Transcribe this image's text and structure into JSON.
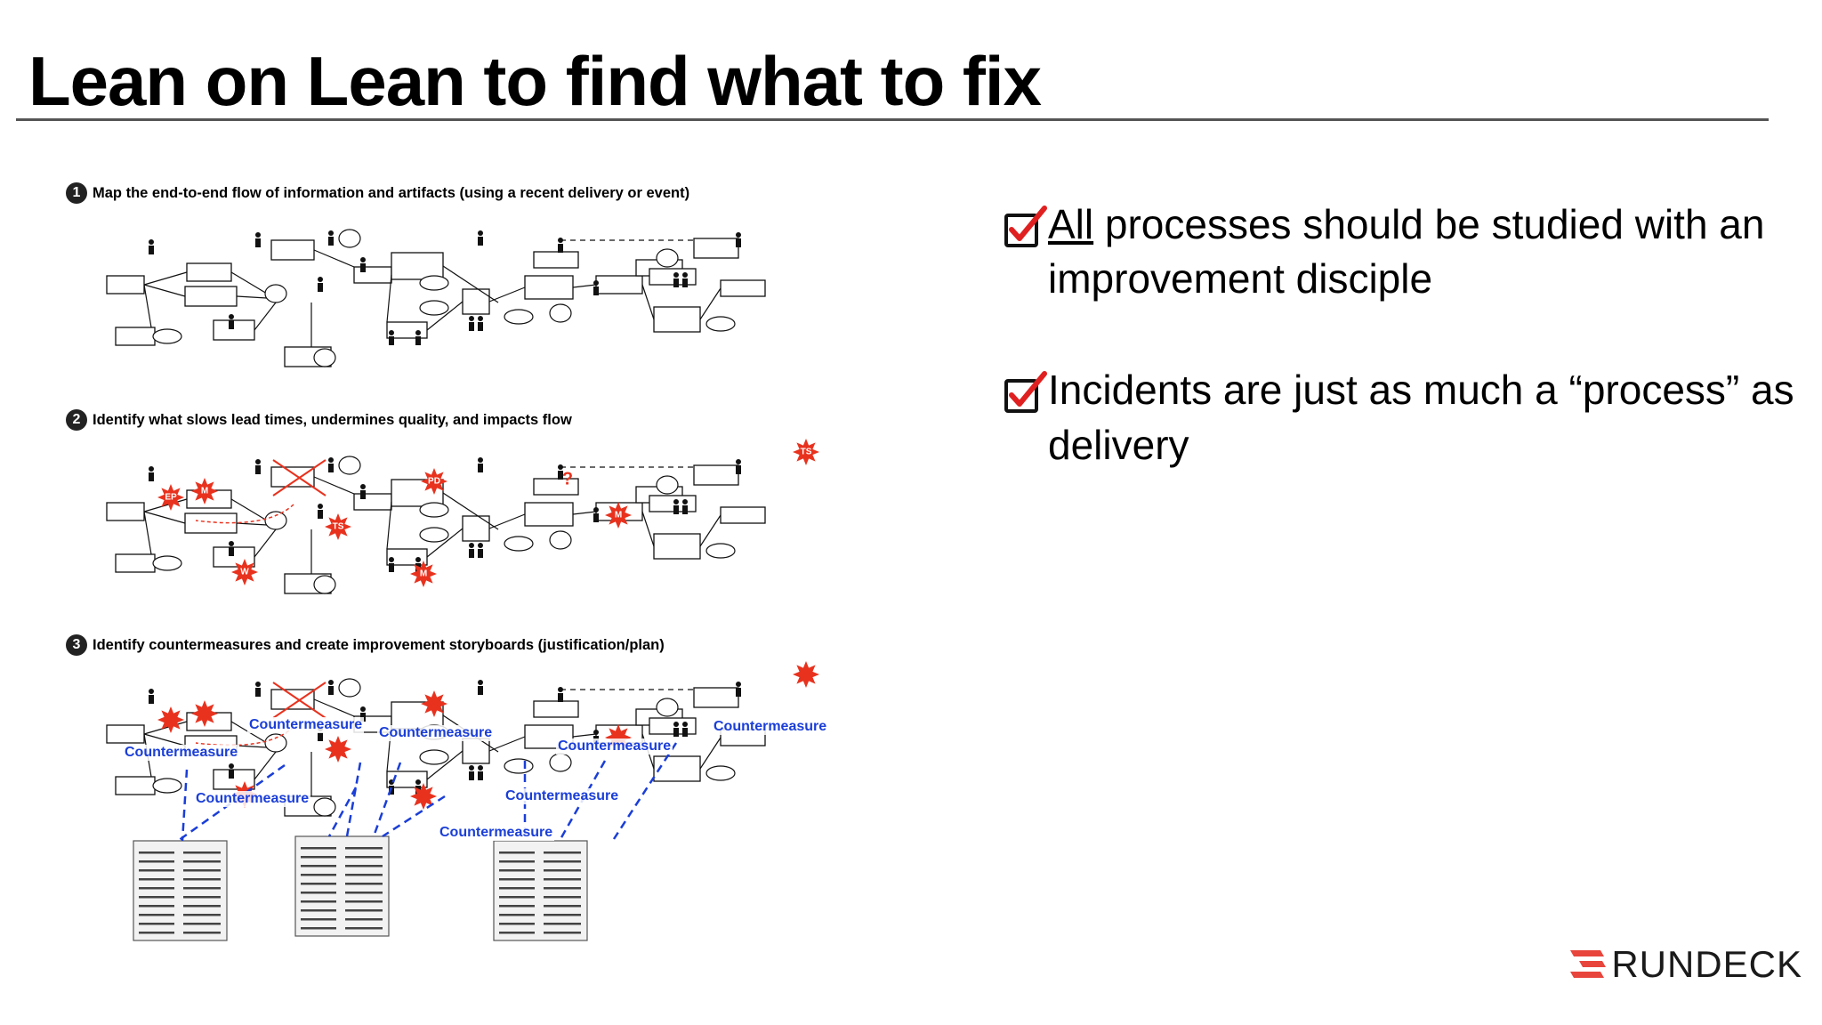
{
  "slide": {
    "title": "Lean on Lean to find what to fix"
  },
  "diagram": {
    "steps": [
      {
        "number": "1",
        "text": "Map the end-to-end flow of information and artifacts (using a recent delivery or event)"
      },
      {
        "number": "2",
        "text": "Identify what slows lead times, undermines quality, and impacts flow"
      },
      {
        "number": "3",
        "text": "Identify countermeasures and create improvement storyboards (justification/plan)"
      }
    ],
    "countermeasure_label": "Countermeasure",
    "burst_labels": [
      "EP",
      "M",
      "PD",
      "TS",
      "W",
      "M",
      "M",
      "TS"
    ],
    "question_mark": "?"
  },
  "bullets": [
    {
      "emphasis": "All",
      "rest": " processes should be studied with an improvement disciple"
    },
    {
      "emphasis": "",
      "rest": "Incidents are just as much a “process” as delivery"
    }
  ],
  "logo": {
    "text": "RUNDECK",
    "color": "#e8453c"
  },
  "colors": {
    "countermeasure": "#1a3ed8",
    "burst": "#e8321e",
    "check": "#e02020"
  }
}
